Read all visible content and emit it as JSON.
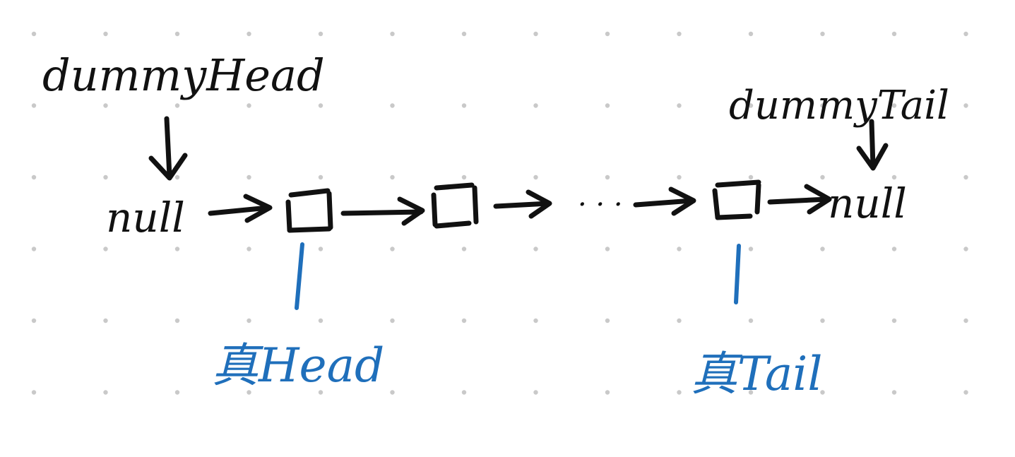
{
  "diagram": {
    "dummy_head_label": "dummyHead",
    "dummy_tail_label": "dummyTail",
    "null_left": "null",
    "null_right": "null",
    "ellipsis": "· · ·",
    "real_head_label": "真Head",
    "real_tail_label": "真Tail"
  },
  "colors": {
    "ink": "#111111",
    "annotation": "#1f6fbb",
    "grid_dots": "#c9c9c9",
    "background": "#ffffff"
  }
}
